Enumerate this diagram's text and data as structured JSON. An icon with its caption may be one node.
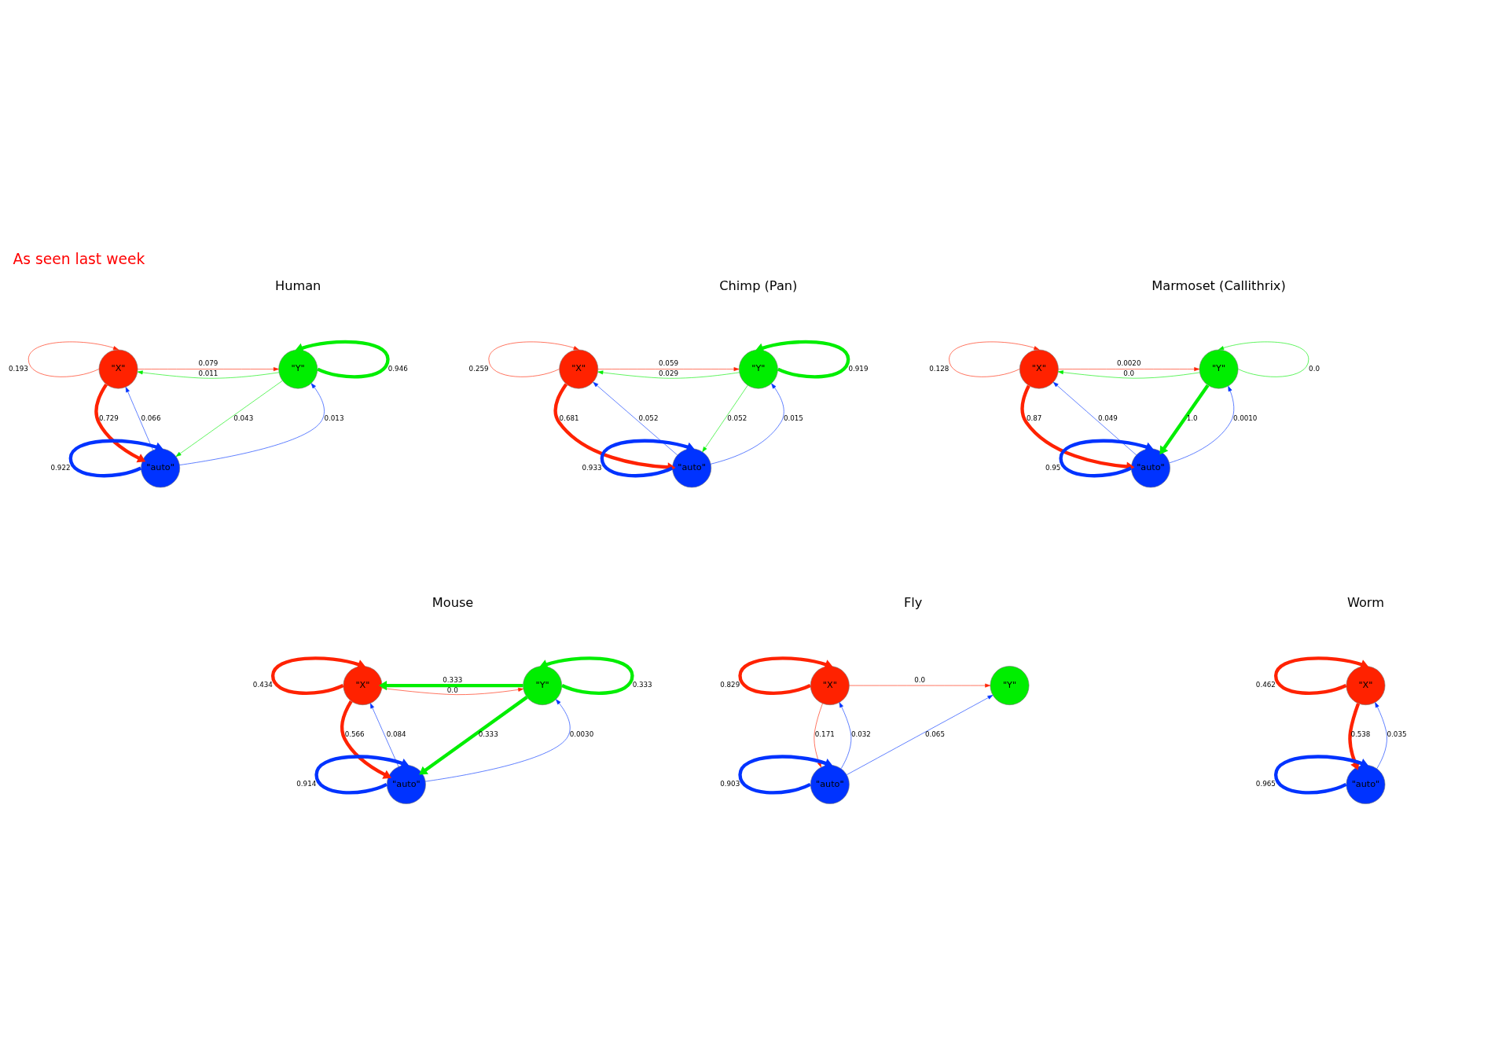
{
  "diagram": {
    "title": "As seen last week",
    "nodes": [
      {
        "text": [
          "\"X\""
        ]
      },
      {
        "text": [
          "\"Y\""
        ]
      },
      {
        "text": [
          "\"auto\""
        ]
      },
      {
        "text": [
          "\"X\""
        ]
      },
      {
        "text": [
          "\"Y\""
        ]
      },
      {
        "text": [
          "\"auto\""
        ]
      },
      {
        "text": [
          "\"X\""
        ]
      },
      {
        "text": [
          "\"Y\""
        ]
      },
      {
        "text": [
          "\"auto\""
        ]
      },
      {
        "text": [
          "\"X\""
        ]
      },
      {
        "text": [
          "\"Y\""
        ]
      },
      {
        "text": [
          "\"auto\""
        ]
      },
      {
        "text": [
          "\"X\""
        ]
      },
      {
        "text": [
          "\"Y\""
        ]
      },
      {
        "text": [
          "\"auto\""
        ]
      },
      {
        "text": [
          "\"X\""
        ]
      },
      {
        "text": [
          "\"auto\""
        ]
      }
    ],
    "edges": [
      {
        "from": 0,
        "to": 0,
        "arrow": "to",
        "label": "0.193",
        "color": "#ff2200"
      },
      {
        "from": 1,
        "to": 1,
        "arrow": "to",
        "label": "0.946",
        "color": "#00ee00",
        "style": "thick"
      },
      {
        "from": 0,
        "to": 1,
        "arrow": "to",
        "label": "0.079",
        "color": "#ff2200"
      },
      {
        "from": 1,
        "to": 0,
        "arrow": "to",
        "label": "0.011",
        "color": "#00ee00"
      },
      {
        "from": 0,
        "to": 2,
        "arrow": "to",
        "label": "0.729",
        "color": "#ff2200",
        "style": "thick"
      },
      {
        "from": 2,
        "to": 0,
        "arrow": "to",
        "label": "0.066",
        "color": "#0033ff"
      },
      {
        "from": 2,
        "to": 1,
        "arrow": "to",
        "label": "0.013",
        "color": "#0033ff"
      },
      {
        "from": 1,
        "to": 2,
        "arrow": "to",
        "label": "0.043",
        "color": "#00ee00"
      },
      {
        "from": 2,
        "to": 2,
        "arrow": "to",
        "label": "0.922",
        "color": "#0033ff",
        "style": "thick"
      },
      {
        "from": 3,
        "to": 3,
        "arrow": "to",
        "label": "0.259",
        "color": "#ff2200"
      },
      {
        "from": 4,
        "to": 4,
        "arrow": "to",
        "label": "0.919",
        "color": "#00ee00",
        "style": "thick"
      },
      {
        "from": 3,
        "to": 4,
        "arrow": "to",
        "label": "0.059",
        "color": "#ff2200"
      },
      {
        "from": 4,
        "to": 3,
        "arrow": "to",
        "label": "0.029",
        "color": "#00ee00"
      },
      {
        "from": 3,
        "to": 5,
        "arrow": "to",
        "label": "0.681",
        "color": "#ff2200",
        "style": "thick"
      },
      {
        "from": 5,
        "to": 3,
        "arrow": "to",
        "label": "0.052",
        "color": "#0033ff"
      },
      {
        "from": 5,
        "to": 4,
        "arrow": "to",
        "label": "0.015",
        "color": "#0033ff"
      },
      {
        "from": 4,
        "to": 5,
        "arrow": "to",
        "label": "0.052",
        "color": "#00ee00"
      },
      {
        "from": 5,
        "to": 5,
        "arrow": "to",
        "label": "0.933",
        "color": "#0033ff",
        "style": "thick"
      },
      {
        "from": 6,
        "to": 6,
        "arrow": "to",
        "label": "0.128",
        "color": "#ff2200"
      },
      {
        "from": 7,
        "to": 7,
        "arrow": "to",
        "label": "0.0",
        "color": "#00ee00"
      },
      {
        "from": 6,
        "to": 7,
        "arrow": "to",
        "label": "0.0020",
        "color": "#ff2200"
      },
      {
        "from": 7,
        "to": 6,
        "arrow": "to",
        "label": "0.0",
        "color": "#00ee00"
      },
      {
        "from": 6,
        "to": 8,
        "arrow": "to",
        "label": "0.87",
        "color": "#ff2200",
        "style": "thick"
      },
      {
        "from": 8,
        "to": 6,
        "arrow": "to",
        "label": "0.049",
        "color": "#0033ff"
      },
      {
        "from": 8,
        "to": 7,
        "arrow": "to",
        "label": "0.0010",
        "color": "#0033ff"
      },
      {
        "from": 7,
        "to": 8,
        "arrow": "to",
        "label": "1.0",
        "color": "#00ee00",
        "style": "thick"
      },
      {
        "from": 8,
        "to": 8,
        "arrow": "to",
        "label": "0.95",
        "color": "#0033ff",
        "style": "thick"
      },
      {
        "from": 9,
        "to": 9,
        "arrow": "to",
        "label": "0.434",
        "color": "#ff2200",
        "style": "thick"
      },
      {
        "from": 10,
        "to": 10,
        "arrow": "to",
        "label": "0.333",
        "color": "#00ee00",
        "style": "thick"
      },
      {
        "from": 9,
        "to": 10,
        "arrow": "to",
        "label": "0.0",
        "color": "#ff2200"
      },
      {
        "from": 10,
        "to": 9,
        "arrow": "to",
        "label": "0.333",
        "color": "#00ee00",
        "style": "thick"
      },
      {
        "from": 9,
        "to": 11,
        "arrow": "to",
        "label": "0.566",
        "color": "#ff2200",
        "style": "thick"
      },
      {
        "from": 11,
        "to": 9,
        "arrow": "to",
        "label": "0.084",
        "color": "#0033ff"
      },
      {
        "from": 11,
        "to": 10,
        "arrow": "to",
        "label": "0.0030",
        "color": "#0033ff"
      },
      {
        "from": 10,
        "to": 11,
        "arrow": "to",
        "label": "0.333",
        "color": "#00ee00",
        "style": "thick"
      },
      {
        "from": 11,
        "to": 11,
        "arrow": "to",
        "label": "0.914",
        "color": "#0033ff",
        "style": "thick"
      },
      {
        "from": 12,
        "to": 12,
        "arrow": "to",
        "label": "0.829",
        "color": "#ff2200",
        "style": "thick"
      },
      {
        "from": 12,
        "to": 13,
        "arrow": "to",
        "label": "0.0",
        "color": "#ff2200"
      },
      {
        "from": 12,
        "to": 14,
        "arrow": "to",
        "label": "0.171",
        "color": "#ff2200"
      },
      {
        "from": 14,
        "to": 12,
        "arrow": "to",
        "label": "0.032",
        "color": "#0033ff"
      },
      {
        "from": 14,
        "to": 13,
        "arrow": "to",
        "label": "0.065",
        "color": "#0033ff"
      },
      {
        "from": 14,
        "to": 14,
        "arrow": "to",
        "label": "0.903",
        "color": "#0033ff",
        "style": "thick"
      },
      {
        "from": 15,
        "to": 15,
        "arrow": "to",
        "label": "0.462",
        "color": "#ff2200",
        "style": "thick"
      },
      {
        "from": 15,
        "to": 16,
        "arrow": "to",
        "label": "0.538",
        "color": "#ff2200",
        "style": "thick"
      },
      {
        "from": 16,
        "to": 15,
        "arrow": "to",
        "label": "0.035",
        "color": "#0033ff"
      },
      {
        "from": 16,
        "to": 16,
        "arrow": "to",
        "label": "0.965",
        "color": "#0033ff",
        "style": "thick"
      }
    ],
    "labels": [
      "Human",
      "Chimp (Pan)",
      "Marmoset (Callithrix)",
      "Mouse",
      "Fly",
      "Worm"
    ]
  }
}
